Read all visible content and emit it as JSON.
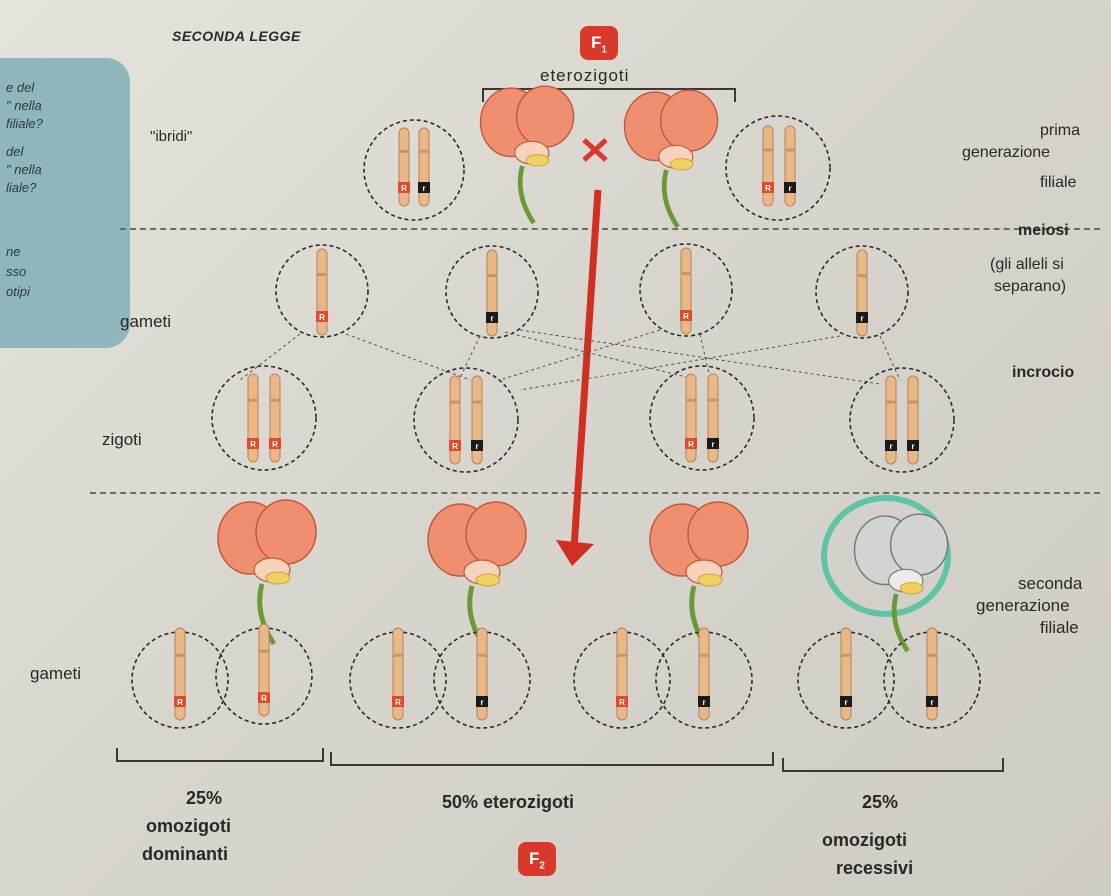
{
  "sidebar": {
    "lines": [
      "e del",
      "\" nella",
      "filiale?",
      "del",
      "\" nella",
      "liale?",
      "ne",
      "sso",
      "otipi"
    ]
  },
  "title": "SECONDA LEGGE",
  "f1_badge": "F",
  "f1_sub": "1",
  "f2_badge": "F",
  "f2_sub": "2",
  "labels": {
    "eterozigoti": "eterozigoti",
    "ibridi": "\"ibridi\"",
    "prima_line1": "prima",
    "prima_line2": "generazione",
    "prima_line3": "filiale",
    "meiosi": "meiosi",
    "meiosi_note1": "(gli alleli si",
    "meiosi_note2": "separano)",
    "gameti_top": "gameti",
    "incrocio": "incrocio",
    "zigoti": "zigoti",
    "seconda_line1": "seconda",
    "seconda_line2": "generazione",
    "seconda_line3": "filiale",
    "gameti_bottom": "gameti"
  },
  "results": [
    {
      "percent": "25%",
      "line1": "omozigoti",
      "line2": "dominanti"
    },
    {
      "percent": "50% eterozigoti",
      "line1": "",
      "line2": ""
    },
    {
      "percent": "25%",
      "line1": "omozigoti",
      "line2": "recessivi"
    }
  ],
  "alleles": {
    "dominant": "R",
    "recessive": "r"
  },
  "colors": {
    "accent_red": "#d8392b",
    "sidebar_teal": "#8fb6bd",
    "flower_pink": "#ef8f6f",
    "chromosome": "#e8b889",
    "highlight_green": "#5fc4a6"
  }
}
